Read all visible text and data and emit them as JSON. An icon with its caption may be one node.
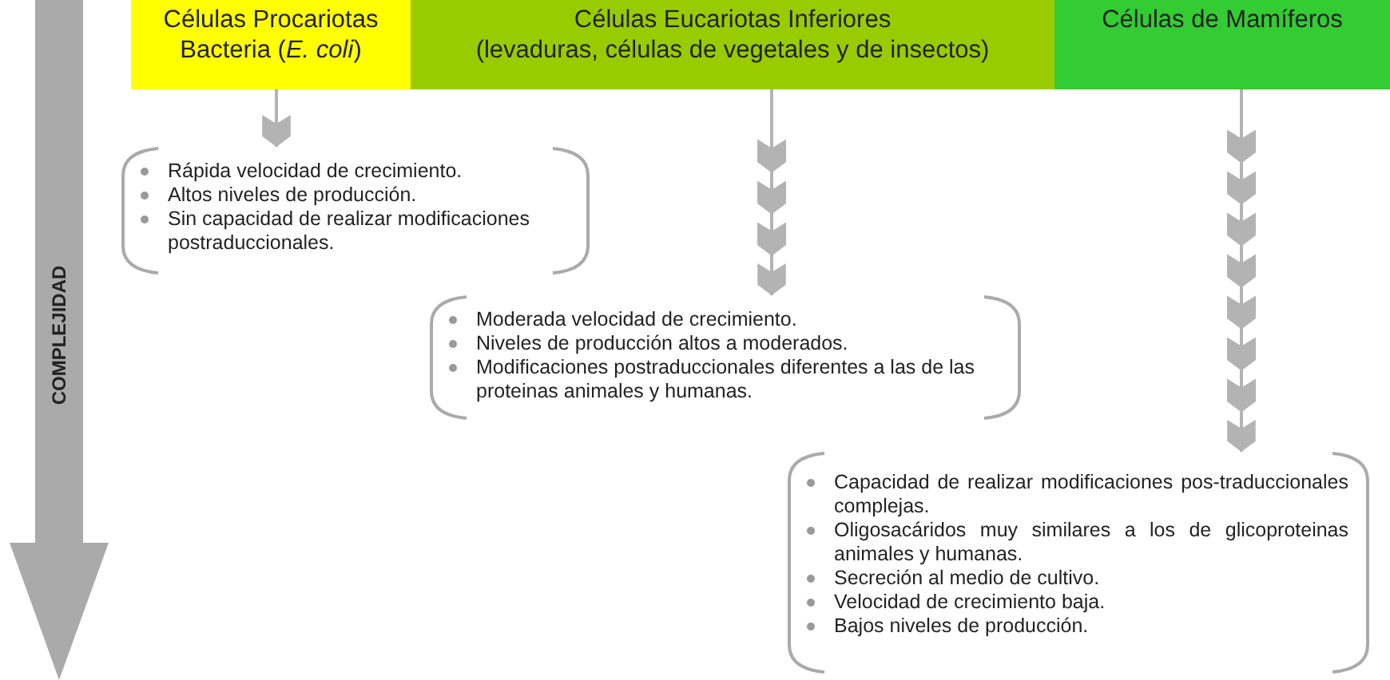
{
  "diagram": {
    "nodes": [
      {
        "text": [
          "Células Procariotas",
          "Bacteria (*E. coli*)"
        ]
      },
      {
        "text": [
          "Células Eucariotas Inferiores",
          "(levaduras, células de vegetales y de insectos)"
        ]
      },
      {
        "text": [
          "Células de Mamíferos"
        ]
      },
      {
        "text": [
          "Rápida velocidad de crecimiento.",
          "Altos niveles de producción.",
          "Sin capacidad de realizar modificaciones postraduccionales."
        ]
      },
      {
        "text": [
          "Moderada velocidad de crecimiento.",
          "Niveles de producción altos a moderados.",
          "Modificaciones postraduccionales diferentes a las de las proteinas animales y humanas."
        ]
      },
      {
        "text": [
          "Capacidad de realizar modificaciones pos-traduccionales complejas.",
          "Oligosacáridos muy similares a los de glicoproteinas animales y humanas.",
          "Secreción al medio de cultivo.",
          "Velocidad de crecimiento baja.",
          "Bajos niveles de producción."
        ]
      }
    ],
    "edges": [
      {
        "from": 0,
        "to": 3,
        "arrow": "to"
      },
      {
        "from": 1,
        "to": 4,
        "arrow": "to"
      },
      {
        "from": 2,
        "to": 5,
        "arrow": "to"
      }
    ],
    "labels": [
      "COMPLEJIDAD"
    ]
  }
}
